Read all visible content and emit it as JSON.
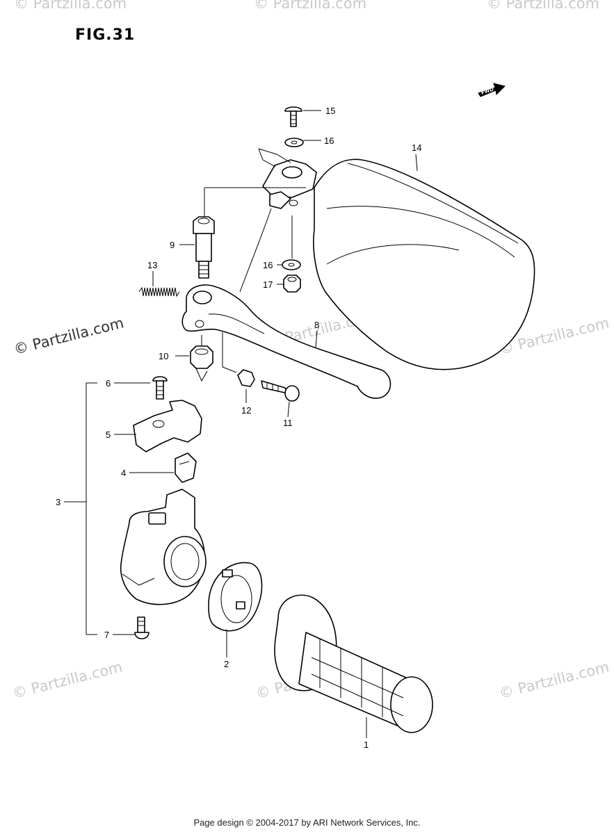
{
  "figure": {
    "title": "FIG.31",
    "fwd_badge": "FWD"
  },
  "watermark": "© Partzilla.com",
  "footer": "Page design © 2004-2017 by ARI Network Services, Inc.",
  "callouts": [
    {
      "id": "c15",
      "label": "15"
    },
    {
      "id": "c16a",
      "label": "16"
    },
    {
      "id": "c14",
      "label": "14"
    },
    {
      "id": "c9",
      "label": "9"
    },
    {
      "id": "c16b",
      "label": "16"
    },
    {
      "id": "c17",
      "label": "17"
    },
    {
      "id": "c13",
      "label": "13"
    },
    {
      "id": "c8",
      "label": "8"
    },
    {
      "id": "c10",
      "label": "10"
    },
    {
      "id": "c12",
      "label": "12"
    },
    {
      "id": "c11",
      "label": "11"
    },
    {
      "id": "c6",
      "label": "6"
    },
    {
      "id": "c5",
      "label": "5"
    },
    {
      "id": "c4",
      "label": "4"
    },
    {
      "id": "c3",
      "label": "3"
    },
    {
      "id": "c7",
      "label": "7"
    },
    {
      "id": "c2",
      "label": "2"
    },
    {
      "id": "c1",
      "label": "1"
    }
  ]
}
